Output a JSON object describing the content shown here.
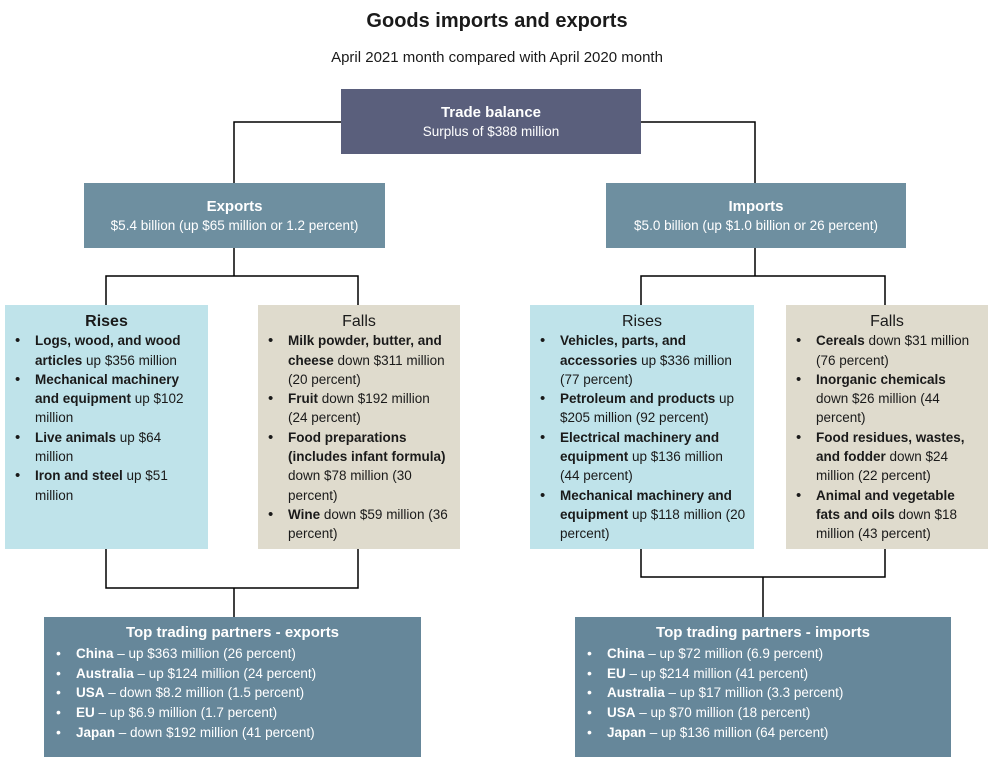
{
  "title": "Goods imports and exports",
  "subtitle": "April 2021 month compared with April 2020 month",
  "trade_balance": {
    "heading": "Trade balance",
    "value": "Surplus of $388 million"
  },
  "exports": {
    "heading": "Exports",
    "value": "$5.4 billion (up $65 million or 1.2 percent)",
    "rises": {
      "heading": "Rises",
      "items": [
        {
          "name": "Logs, wood, and wood articles",
          "detail": " up $356 million"
        },
        {
          "name": "Mechanical machinery and equipment",
          "detail": " up $102 million"
        },
        {
          "name": "Live animals",
          "detail": " up $64 million"
        },
        {
          "name": "Iron and steel",
          "detail": " up $51 million"
        }
      ]
    },
    "falls": {
      "heading": "Falls",
      "items": [
        {
          "name": "Milk powder, butter, and cheese",
          "detail": " down $311 million (20 percent)"
        },
        {
          "name": "Fruit",
          "detail": " down $192 million (24 percent)"
        },
        {
          "name": "Food preparations (includes infant formula)",
          "detail": " down $78 million (30 percent)"
        },
        {
          "name": "Wine",
          "detail": " down $59 million (36 percent)"
        }
      ]
    },
    "partners": {
      "heading": "Top trading partners - exports",
      "items": [
        {
          "name": "China",
          "detail": " – up $363 million (26 percent)"
        },
        {
          "name": "Australia",
          "detail": " – up $124 million (24 percent)"
        },
        {
          "name": "USA",
          "detail": " – down $8.2 million (1.5 percent)"
        },
        {
          "name": "EU",
          "detail": " – up $6.9 million (1.7 percent)"
        },
        {
          "name": "Japan",
          "detail": " – down $192 million (41 percent)"
        }
      ]
    }
  },
  "imports": {
    "heading": "Imports",
    "value": "$5.0 billion (up $1.0 billion or 26 percent)",
    "rises": {
      "heading": "Rises",
      "items": [
        {
          "name": "Vehicles, parts, and accessories",
          "detail": " up $336 million (77 percent)"
        },
        {
          "name": "Petroleum and products",
          "detail": " up $205 million (92 percent)"
        },
        {
          "name": "Electrical machinery and equipment",
          "detail": " up $136 million (44 percent)"
        },
        {
          "name": "Mechanical machinery and equipment",
          "detail": " up $118 million (20 percent)"
        }
      ]
    },
    "falls": {
      "heading": "Falls",
      "items": [
        {
          "name": "Cereals",
          "detail": " down $31 million (76 percent)"
        },
        {
          "name": "Inorganic chemicals",
          "detail": " down $26 million (44 percent)"
        },
        {
          "name": "Food residues, wastes, and fodder",
          "detail": " down $24 million (22 percent)"
        },
        {
          "name": "Animal and vegetable fats and oils",
          "detail": " down $18 million (43 percent)"
        }
      ]
    },
    "partners": {
      "heading": "Top trading partners - imports",
      "items": [
        {
          "name": "China",
          "detail": " – up $72 million (6.9 percent)"
        },
        {
          "name": "EU",
          "detail": " – up $214 million (41 percent)"
        },
        {
          "name": "Australia",
          "detail": " – up $17 million (3.3 percent)"
        },
        {
          "name": "USA",
          "detail": " – up $70 million (18 percent)"
        },
        {
          "name": "Japan",
          "detail": " – up $136 million (64 percent)"
        }
      ]
    }
  }
}
